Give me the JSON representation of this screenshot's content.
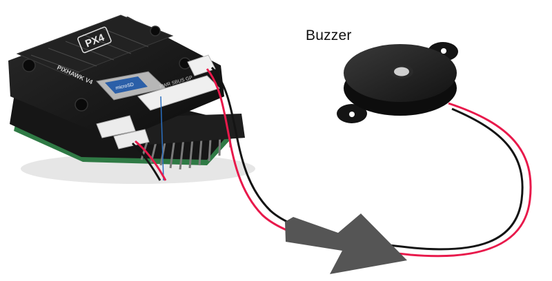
{
  "caption": {
    "label": "Buzzer"
  },
  "board": {
    "logo_text": "PX4",
    "model_text": "PIXHAWK V4",
    "card_slot_text": "microSD",
    "port_text": "PWR SBUS GP"
  },
  "colors": {
    "board_body": "#151515",
    "pcb_green": "#2f7a45",
    "buzzer_body": "#111111",
    "wire_red": "#e8194b",
    "wire_black": "#141414",
    "arrow": "#555555",
    "background": "#ffffff"
  }
}
